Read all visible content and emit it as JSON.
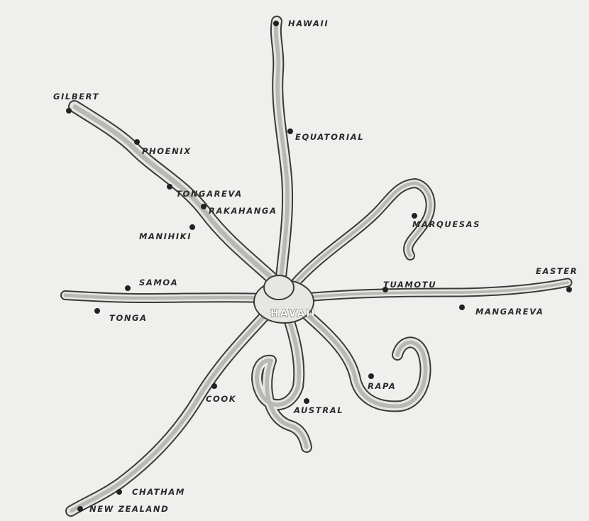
{
  "center": {
    "label": "HAVAII"
  },
  "labels": {
    "hawaii": "HAWAII",
    "equatorial": "EQUATORIAL",
    "gilbert": "GILBERT",
    "phoenix": "PHOENIX",
    "tongareva": "TONGAREVA",
    "rakahanga": "RAKAHANGA",
    "manihiki": "MANIHIKI",
    "marquesas": "MARQUESAS",
    "samoa": "SAMOA",
    "tonga": "TONGA",
    "tuamotu": "TUAMOTU",
    "easter": "EASTER",
    "mangareva": "MANGAREVA",
    "rapa": "RAPA",
    "cook": "COOK",
    "austral": "AUSTRAL",
    "chatham": "CHATHAM",
    "new_zealand": "NEW ZEALAND"
  },
  "colors": {
    "ink": "#2a2a2a",
    "paper": "#efefed",
    "tentacle": "#e6e6e3"
  }
}
